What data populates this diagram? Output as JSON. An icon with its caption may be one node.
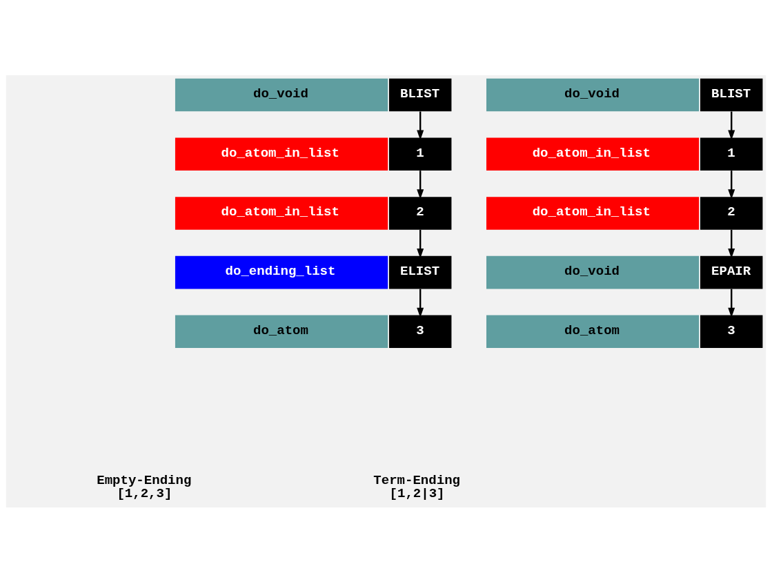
{
  "diagram": {
    "nodes": [
      {
        "text": [
          "do_void"
        ]
      },
      {
        "text": [
          "BLIST"
        ]
      },
      {
        "text": [
          "do_atom_in_list"
        ]
      },
      {
        "text": [
          "1"
        ]
      },
      {
        "text": [
          "do_atom_in_list"
        ]
      },
      {
        "text": [
          "2"
        ]
      },
      {
        "text": [
          "do_ending_list"
        ]
      },
      {
        "text": [
          "ELIST"
        ]
      },
      {
        "text": [
          "do_atom"
        ]
      },
      {
        "text": [
          "3"
        ]
      },
      {
        "text": [
          "do_void"
        ]
      },
      {
        "text": [
          "BLIST"
        ]
      },
      {
        "text": [
          "do_atom_in_list"
        ]
      },
      {
        "text": [
          "1"
        ]
      },
      {
        "text": [
          "do_atom_in_list"
        ]
      },
      {
        "text": [
          "2"
        ]
      },
      {
        "text": [
          "do_void"
        ]
      },
      {
        "text": [
          "EPAIR"
        ]
      },
      {
        "text": [
          "do_atom"
        ]
      },
      {
        "text": [
          "3"
        ]
      }
    ],
    "edges": [
      {
        "from": 1,
        "to": 3,
        "arrow": "to"
      },
      {
        "from": 3,
        "to": 5,
        "arrow": "to"
      },
      {
        "from": 5,
        "to": 7,
        "arrow": "to"
      },
      {
        "from": 7,
        "to": 9,
        "arrow": "to"
      },
      {
        "from": 11,
        "to": 13,
        "arrow": "to"
      },
      {
        "from": 13,
        "to": 15,
        "arrow": "to"
      },
      {
        "from": 15,
        "to": 17,
        "arrow": "to"
      },
      {
        "from": 17,
        "to": 19,
        "arrow": "to"
      }
    ],
    "labels": [
      "Empty-Ending",
      "[1,2,3]",
      "Term-Ending",
      "[1,2|3]"
    ]
  }
}
